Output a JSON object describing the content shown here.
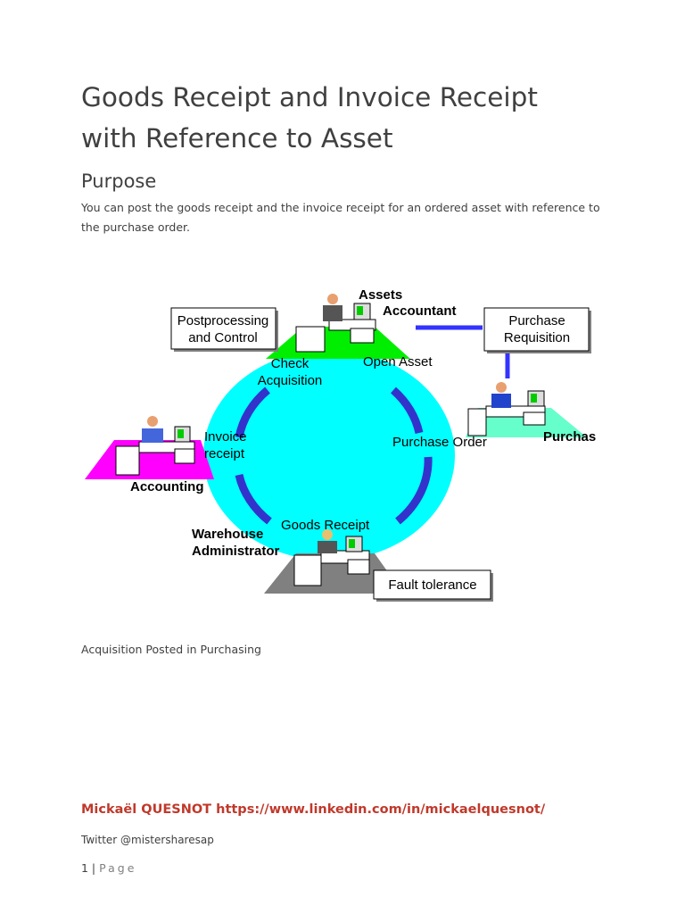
{
  "document": {
    "title_line1": "Goods Receipt and Invoice Receipt",
    "title_line2": "with Reference to Asset",
    "section_heading": "Purpose",
    "body_text": "You can post the goods receipt and the invoice receipt for an ordered asset with reference to the purchase order.",
    "caption": "Acquisition Posted in Purchasing",
    "author": "Mickaël QUESNOT https://www.linkedin.com/in/mickaelquesnot/",
    "twitter": "Twitter @mistersharesap",
    "page_number": "1",
    "page_separator": " | ",
    "page_label": "Page"
  },
  "diagram": {
    "colors": {
      "cycle": "#00ffff",
      "arrows": "#3333cc",
      "assets_platform": "#00ee00",
      "purchasing_platform": "#66ffcc",
      "accounting_platform": "#ff00ff",
      "warehouse_platform": "#808080",
      "link_line": "#3333ff"
    },
    "boxes": {
      "postprocessing_line1": "Postprocessing",
      "postprocessing_line2": "and Control",
      "purchase_req_line1": "Purchase",
      "purchase_req_line2": "Requisition",
      "fault_tolerance": "Fault tolerance"
    },
    "roles": {
      "assets_line1": "Assets",
      "assets_line2": "Accountant",
      "purchasing": "Purchas",
      "accounting": "Accounting",
      "warehouse_line1": "Warehouse",
      "warehouse_line2": "Administrator"
    },
    "steps": {
      "check_line1": "Check",
      "check_line2": "Acquisition",
      "open_asset": "Open Asset",
      "purchase_order": "Purchase Order",
      "goods_receipt": "Goods Receipt",
      "invoice_line1": "Invoice",
      "invoice_line2": "receipt"
    }
  }
}
